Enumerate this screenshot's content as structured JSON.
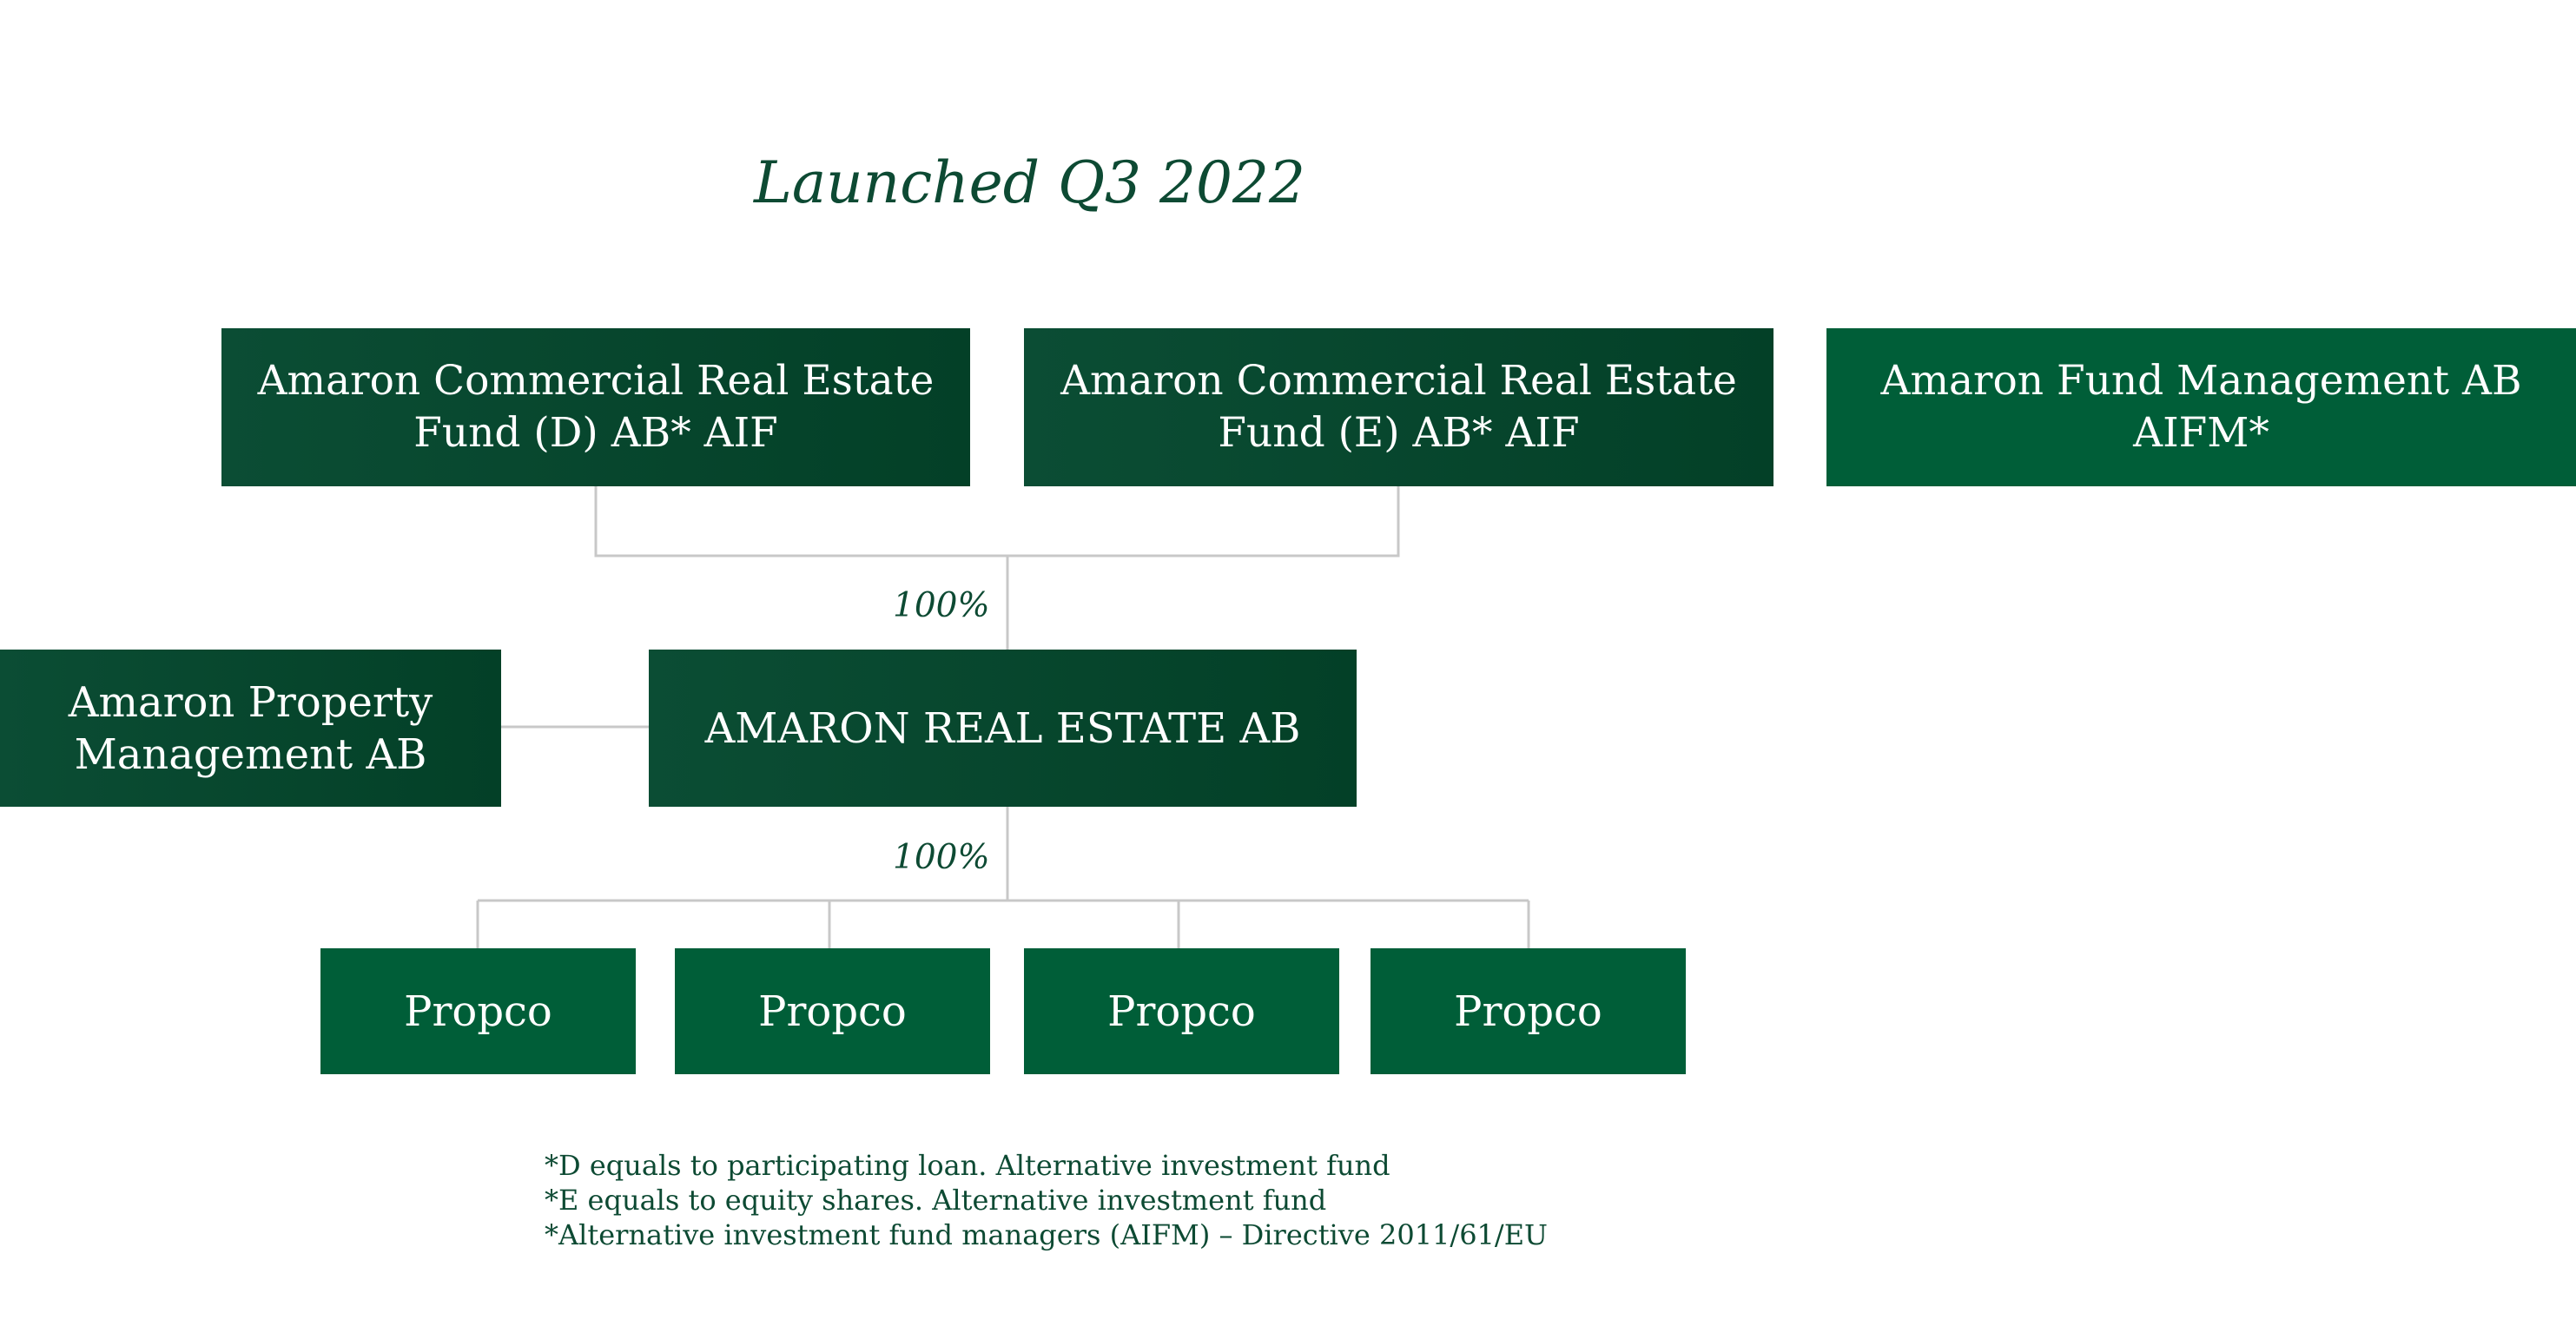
{
  "title": "Launched Q3 2022",
  "funds": {
    "fund_d": {
      "line1": "Amaron Commercial Real Estate",
      "line2": "Fund (D) AB* AIF"
    },
    "fund_e": {
      "line1": "Amaron Commercial Real Estate",
      "line2": "Fund (E) AB* AIF"
    },
    "fund_management": {
      "line1": "Amaron Fund Management AB",
      "line2": "AIFM*"
    }
  },
  "ownership_top": "100%",
  "property_management": {
    "line1": "Amaron Property",
    "line2": "Management AB"
  },
  "real_estate": {
    "label": "AMARON REAL ESTATE AB"
  },
  "ownership_bottom": "100%",
  "propcos": [
    "Propco",
    "Propco",
    "Propco",
    "Propco"
  ],
  "footnotes": [
    "*D equals to participating loan. Alternative investment fund",
    "*E equals to equity shares. Alternative investment fund",
    "*Alternative investment fund managers (AIFM) – Directive 2011/61/EU"
  ],
  "colors": {
    "dark_green": "#034027",
    "mid_green": "#005e38",
    "text_green": "#0d4a33",
    "connector_gray": "#c8c8c8"
  }
}
